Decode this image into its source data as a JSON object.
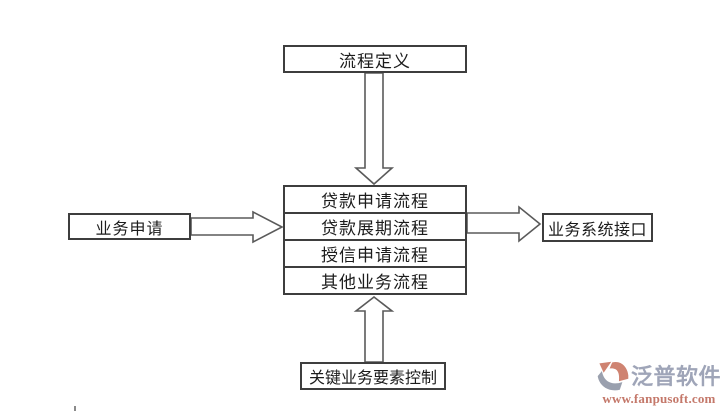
{
  "diagram": {
    "definition_box": "流程定义",
    "process_rows": [
      "贷款申请流程",
      "贷款展期流程",
      "授信申请流程",
      "其他业务流程"
    ],
    "input_box": "业务申请",
    "output_box": "业务系统接口",
    "control_box": "关键业务要素控制"
  },
  "branding": {
    "wordmark": "泛普软件",
    "website": "www.fanpusoft.com",
    "icon": "fanpu-swirl-icon"
  },
  "colors": {
    "box_border": "#3e3e3e",
    "arrow_line": "#5a5a5a",
    "text": "#1c1c1c",
    "brand_coral": "#c4786a",
    "brand_grayblue": "#9fa5b8",
    "background": "#ffffff"
  }
}
